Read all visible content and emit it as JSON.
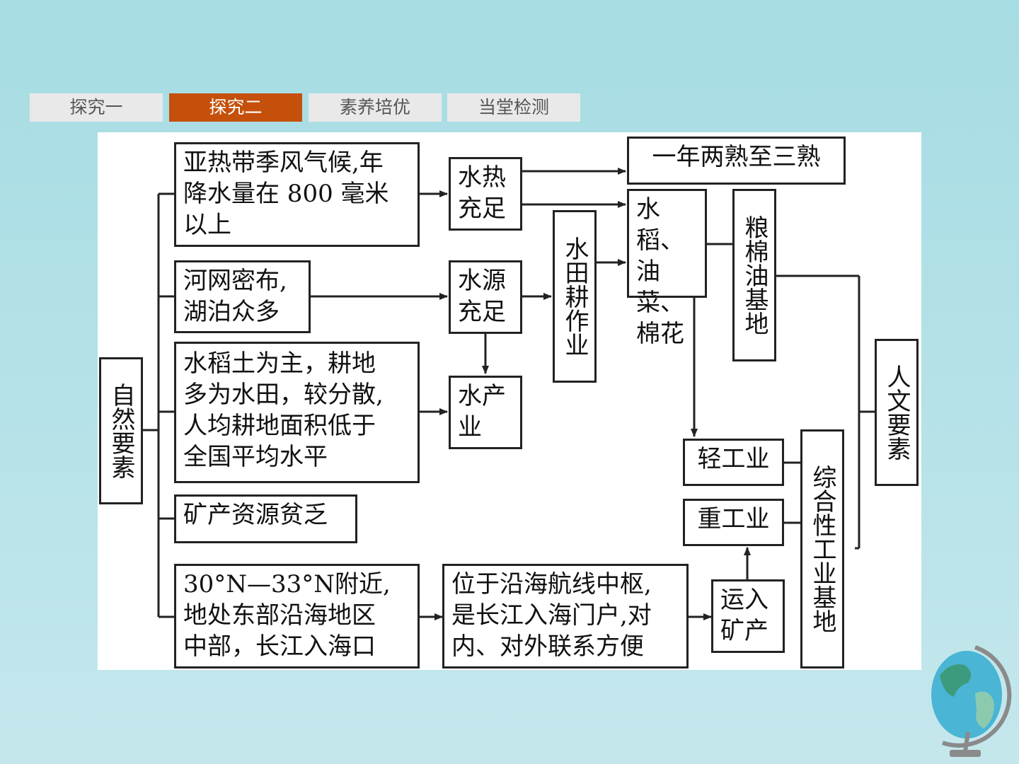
{
  "tabs": [
    {
      "label": "探究一",
      "active": false
    },
    {
      "label": "探究二",
      "active": true
    },
    {
      "label": "素养培优",
      "active": false
    },
    {
      "label": "当堂检测",
      "active": false
    }
  ],
  "colors": {
    "active_tab": "#c4500b",
    "background": "#a6dce3"
  },
  "diagram": {
    "natural": "自然要素",
    "human": "人文要素",
    "climate": "亚热带季风气候,年\n降水量在 800 毫米\n以上",
    "rivers": "河网密布,\n湖泊众多",
    "soil": "水稻土为主，耕地\n多为水田，较分散,\n人均耕地面积低于\n全国平均水平",
    "minerals": "矿产资源贫乏",
    "location": "30°N—33°N附近,\n地处东部沿海地区\n中部，长江入海口",
    "heat": "水热\n充足",
    "water": "水源\n充足",
    "aquaculture": "水产\n业",
    "paddy": "水田耕作业",
    "harvest": "一年两熟至三熟",
    "crops": "水稻、\n油菜、\n棉花",
    "base": "粮棉油基地",
    "light": "轻工业",
    "heavy": "重工业",
    "hub": "位于沿海航线中枢,\n是长江入海门户,对\n内、对外联系方便",
    "import": "运入\n矿产",
    "industrial": "综合性工业基地"
  }
}
